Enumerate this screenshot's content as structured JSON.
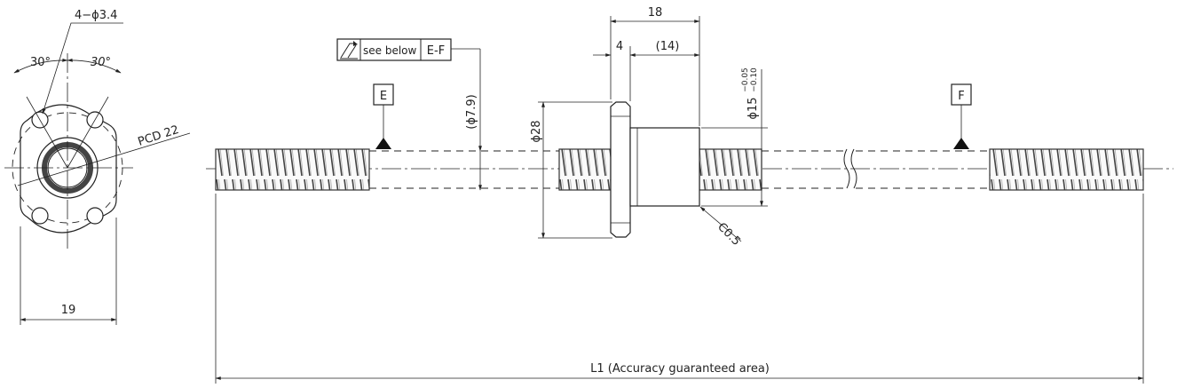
{
  "end_view": {
    "hole_callout": "4−ϕ3.4",
    "angle_left": "30°",
    "angle_right": "30°",
    "pcd": "PCD 22",
    "width": "19"
  },
  "front_view": {
    "dim_nut_length": "18",
    "dim_flange_thickness": "4",
    "dim_body_length": "(14)",
    "dim_thread_dia": "(ϕ7.9)",
    "dim_flange_dia": "ϕ28",
    "dim_body_dia": "ϕ15",
    "tol_upper": "−0.05",
    "tol_lower": "−0.10",
    "chamfer": "C0.5",
    "datum_e": "E",
    "datum_f": "F",
    "tol_frame_note": "see below",
    "tol_frame_datum": "E-F",
    "overall_length": "L1 (Accuracy guaranteed area)"
  }
}
